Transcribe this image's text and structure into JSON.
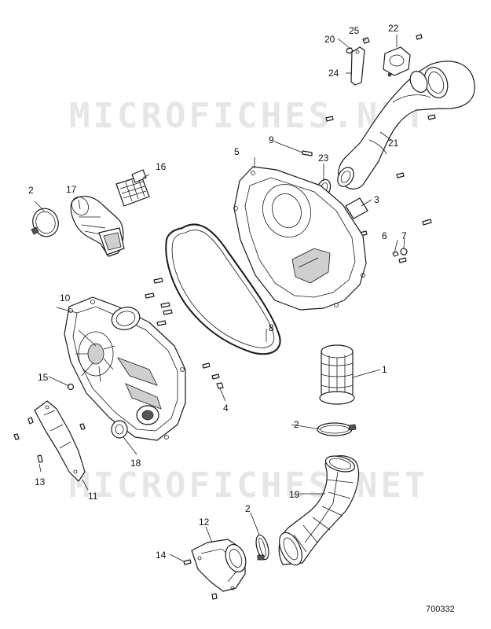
{
  "watermark": "MICROFICHES.NET",
  "reference_number": "700332",
  "callouts": [
    {
      "id": "c1",
      "label": "1"
    },
    {
      "id": "c2a",
      "label": "2"
    },
    {
      "id": "c2b",
      "label": "2"
    },
    {
      "id": "c2c",
      "label": "2"
    },
    {
      "id": "c3",
      "label": "3"
    },
    {
      "id": "c4",
      "label": "4"
    },
    {
      "id": "c5",
      "label": "5"
    },
    {
      "id": "c6",
      "label": "6"
    },
    {
      "id": "c7",
      "label": "7"
    },
    {
      "id": "c8",
      "label": "8"
    },
    {
      "id": "c9",
      "label": "9"
    },
    {
      "id": "c10",
      "label": "10"
    },
    {
      "id": "c11",
      "label": "11"
    },
    {
      "id": "c12",
      "label": "12"
    },
    {
      "id": "c13",
      "label": "13"
    },
    {
      "id": "c14",
      "label": "14"
    },
    {
      "id": "c15",
      "label": "15"
    },
    {
      "id": "c16",
      "label": "16"
    },
    {
      "id": "c17",
      "label": "17"
    },
    {
      "id": "c18",
      "label": "18"
    },
    {
      "id": "c19",
      "label": "19"
    },
    {
      "id": "c20",
      "label": "20"
    },
    {
      "id": "c21",
      "label": "21"
    },
    {
      "id": "c22",
      "label": "22"
    },
    {
      "id": "c23",
      "label": "23"
    },
    {
      "id": "c24",
      "label": "24"
    },
    {
      "id": "c25",
      "label": "25"
    }
  ]
}
